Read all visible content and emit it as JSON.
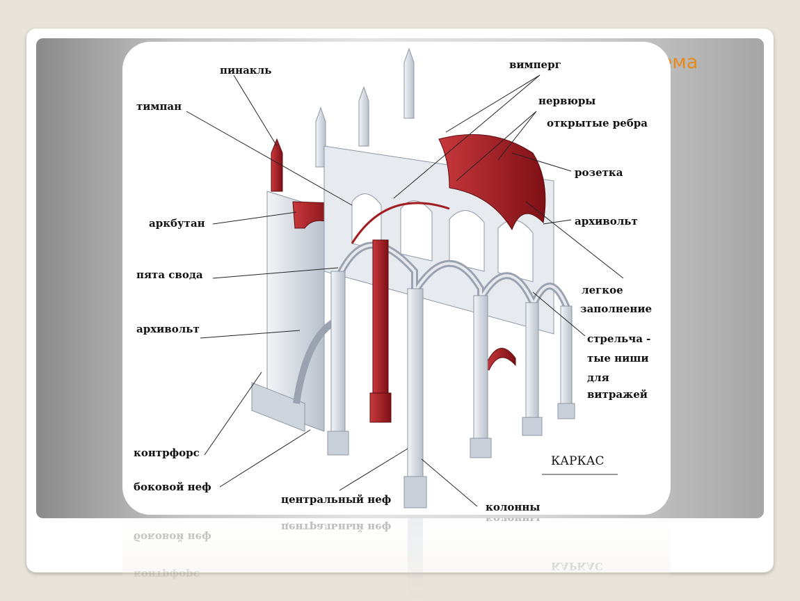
{
  "slide": {
    "title_fragment": "тема"
  },
  "diagram": {
    "caption": "КАРКАС",
    "labels": {
      "pinnacle": "пинакль",
      "tympanum": "тимпан",
      "flying_buttress": "аркбутан",
      "vault_springer": "пята свода",
      "archivolt_left": "архивольт",
      "buttress": "контрфорс",
      "side_nave": "боковой неф",
      "central_nave": "центральный неф",
      "columns": "колонны",
      "wimperg": "вимперг",
      "ribs": "нервюры",
      "open_ribs": "открытые ребра",
      "rosette": "розетка",
      "archivolt_right": "архивольт",
      "light_fill_1": "легкое",
      "light_fill_2": "заполнение",
      "niches_1": "стрельча -",
      "niches_2": "тые ниши",
      "niches_3": "для",
      "niches_4": "витражей"
    }
  },
  "colors": {
    "accent": "#e88a1a",
    "stone": "#dfe3ea",
    "stone_shade": "#aab3c0",
    "highlight_red": "#a11d22"
  }
}
